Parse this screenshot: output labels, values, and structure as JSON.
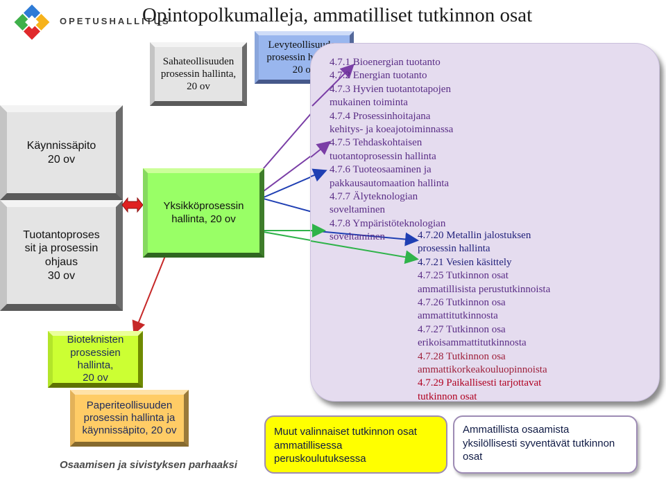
{
  "header": {
    "logo_text": "OPETUSHALLITUS",
    "title": "Opintopolkumalleja, ammatilliset tutkinnon osat"
  },
  "footer": {
    "slogan": "Osaamisen ja sivistyksen parhaaksi"
  },
  "boxes": {
    "kaynnissapito": {
      "line1": "Käynnissäpito",
      "line2": "20 ov"
    },
    "tuotantoprosessit": {
      "line1": "Tuotantoproses",
      "line2": "sit ja prosessin",
      "line3": "ohjaus",
      "line4": "30 ov"
    },
    "sahateollisuus": {
      "line1": "Sahateollisuuden",
      "line2": "prosessin hallinta,",
      "line3": "20 ov"
    },
    "yksikkoprosessin": {
      "line1": "Yksikköprosessin",
      "line2": "hallinta, 20 ov"
    },
    "levyteollisuus": {
      "line1": "Levyteollisuuden",
      "line2": "prosessin hallinta,",
      "line3": "20 ov"
    },
    "bioteknisten": {
      "line1": "Bioteknisten",
      "line2": "prosessien hallinta,",
      "line3": "20 ov"
    },
    "paperiteollisuus": {
      "line1": "Paperiteollisuuden",
      "line2": "prosessin hallinta ja",
      "line3": "käynnissäpito, 20 ov"
    }
  },
  "modules_list_1": [
    "4.7.1 Bioenergian tuotanto",
    "4.7.2 Energian tuotanto",
    "4.7.3 Hyvien tuotantotapojen",
    "mukainen toiminta",
    "4.7.4 Prosessinhoitajana",
    "kehitys- ja koeajotoiminnassa",
    "4.7.5 Tehdaskohtaisen",
    "tuotantoprosessin hallinta",
    "4.7.6 Tuoteosaaminen ja",
    "pakkausautomaation hallinta",
    "4.7.7 Älyteknologian",
    "soveltaminen",
    "4.7.8 Ympäristöteknologian",
    "soveltaminen"
  ],
  "modules_list_2": [
    "4.7.20 Metallin jalostuksen",
    "prosessin hallinta",
    "4.7.21 Vesien käsittely",
    "4.7.25 Tutkinnon osat",
    "ammatillisista perustutkinnoista",
    "4.7.26 Tutkinnon osa",
    "ammattitutkinnosta",
    "4.7.27 Tutkinnon osa",
    "erikoisammattitutkinnosta",
    "4.7.28 Tutkinnon osa",
    "ammattikorkeakouluopinnoista",
    "4.7.29 Paikallisesti tarjottavat",
    "tutkinnon osat"
  ],
  "bottom_boxes": {
    "yellow": {
      "line1": "Muut valinnaiset tutkinnon osat",
      "line2": "ammatillisessa",
      "line3": "peruskoulutuksessa"
    },
    "white": {
      "line1": "Ammatillista osaamista",
      "line2": "yksilöllisesti syventävät tutkinnon",
      "line3": "osat"
    }
  },
  "colors": {
    "list2_colors": [
      "#1f1f7a",
      "#1f1f7a",
      "#1f1f7a",
      "#5a2d86",
      "#5a2d86",
      "#5a2d86",
      "#5a2d86",
      "#5a2d86",
      "#5a2d86",
      "#9e1f3a",
      "#9e1f3a",
      "#b00020",
      "#b00020"
    ]
  }
}
